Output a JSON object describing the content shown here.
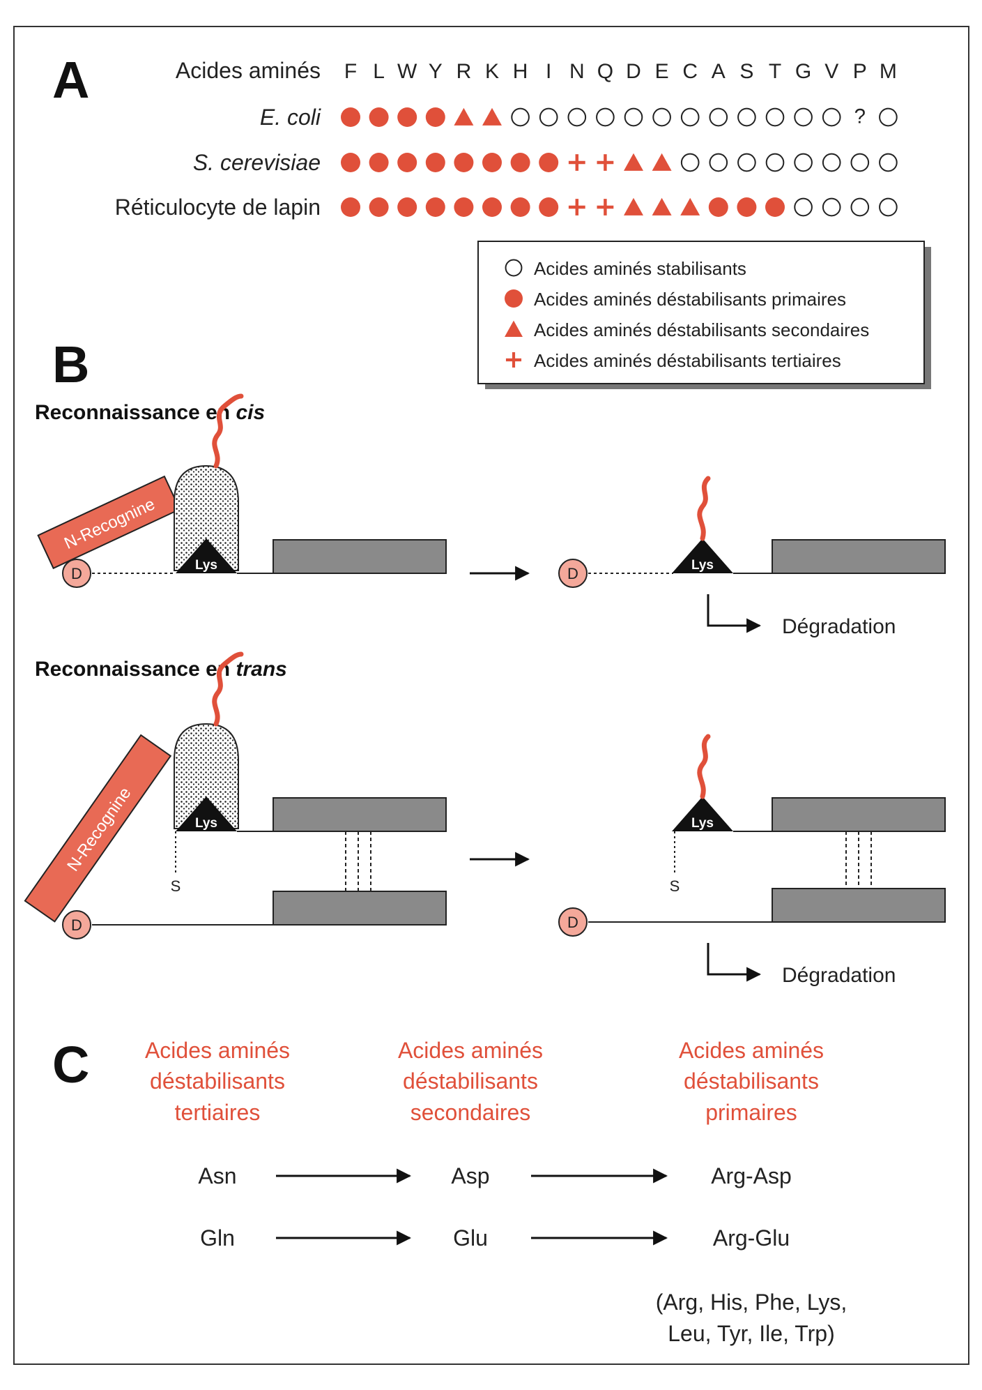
{
  "panels": {
    "a": "A",
    "b": "B",
    "c": "C"
  },
  "table": {
    "row_label": "Acides aminés",
    "letters": [
      "F",
      "L",
      "W",
      "Y",
      "R",
      "K",
      "H",
      "I",
      "N",
      "Q",
      "D",
      "E",
      "C",
      "A",
      "S",
      "T",
      "G",
      "V",
      "P",
      "M"
    ],
    "rows": [
      {
        "label": "E. coli",
        "italic": true,
        "symbols": [
          "p",
          "p",
          "p",
          "p",
          "s",
          "s",
          "o",
          "o",
          "o",
          "o",
          "o",
          "o",
          "o",
          "o",
          "o",
          "o",
          "o",
          "o",
          "?",
          "o"
        ]
      },
      {
        "label": "S. cerevisiae",
        "italic": true,
        "symbols": [
          "p",
          "p",
          "p",
          "p",
          "p",
          "p",
          "p",
          "p",
          "t",
          "t",
          "s",
          "s",
          "o",
          "o",
          "o",
          "o",
          "o",
          "o",
          "o",
          "o"
        ]
      },
      {
        "label": "Réticulocyte de lapin",
        "italic": false,
        "symbols": [
          "p",
          "p",
          "p",
          "p",
          "p",
          "p",
          "p",
          "p",
          "t",
          "t",
          "s",
          "s",
          "s",
          "p",
          "p",
          "p",
          "o",
          "o",
          "o",
          "o"
        ]
      }
    ]
  },
  "legend": [
    {
      "symbol": "o",
      "label": "Acides aminés stabilisants"
    },
    {
      "symbol": "p",
      "label": "Acides aminés déstabilisants primaires"
    },
    {
      "symbol": "s",
      "label": "Acides aminés déstabilisants secondaires"
    },
    {
      "symbol": "t",
      "label": "Acides aminés déstabilisants tertiaires"
    }
  ],
  "section_b": {
    "cis_title": "Reconnaissance en ",
    "cis_word": "cis",
    "trans_title": "Reconnaissance en ",
    "trans_word": "trans",
    "recognin_label": "N-Recognine",
    "lys_label": "Lys",
    "d_label": "D",
    "s_label": "S",
    "degradation_label": "Dégradation"
  },
  "section_c": {
    "headers": [
      [
        "Acides aminés",
        "déstabilisants",
        "tertiaires"
      ],
      [
        "Acides aminés",
        "déstabilisants",
        "secondaires"
      ],
      [
        "Acides aminés",
        "déstabilisants",
        "primaires"
      ]
    ],
    "rows": [
      [
        "Asn",
        "Asp",
        "Arg-Asp"
      ],
      [
        "Gln",
        "Glu",
        "Arg-Glu"
      ]
    ],
    "note": [
      "(Arg, His, Phe, Lys,",
      "Leu, Tyr, Ile, Trp)"
    ]
  },
  "colors": {
    "red": "#e0503a",
    "pink": "#f4a89a",
    "gray": "#8a8a8a",
    "black": "#111111"
  }
}
